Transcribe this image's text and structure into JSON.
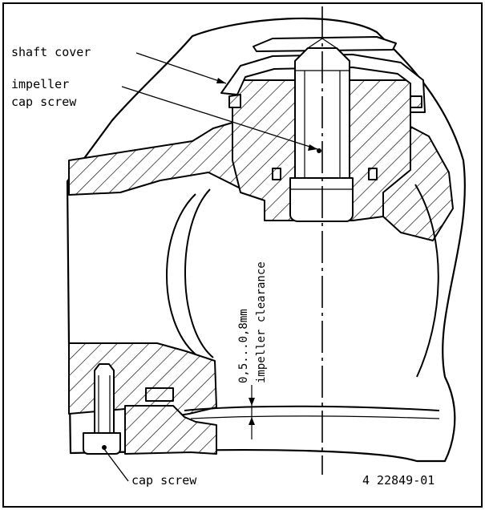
{
  "labels": {
    "shaft_cover": "shaft cover",
    "impeller_line1": "impeller",
    "impeller_line2": "cap screw",
    "cap_screw": "cap screw",
    "clearance_value": "0,5...0,8mm",
    "clearance_label": "impeller clearance",
    "drawing_number": "4 22849-01"
  },
  "colors": {
    "ink": "#000000",
    "paper": "#ffffff"
  }
}
